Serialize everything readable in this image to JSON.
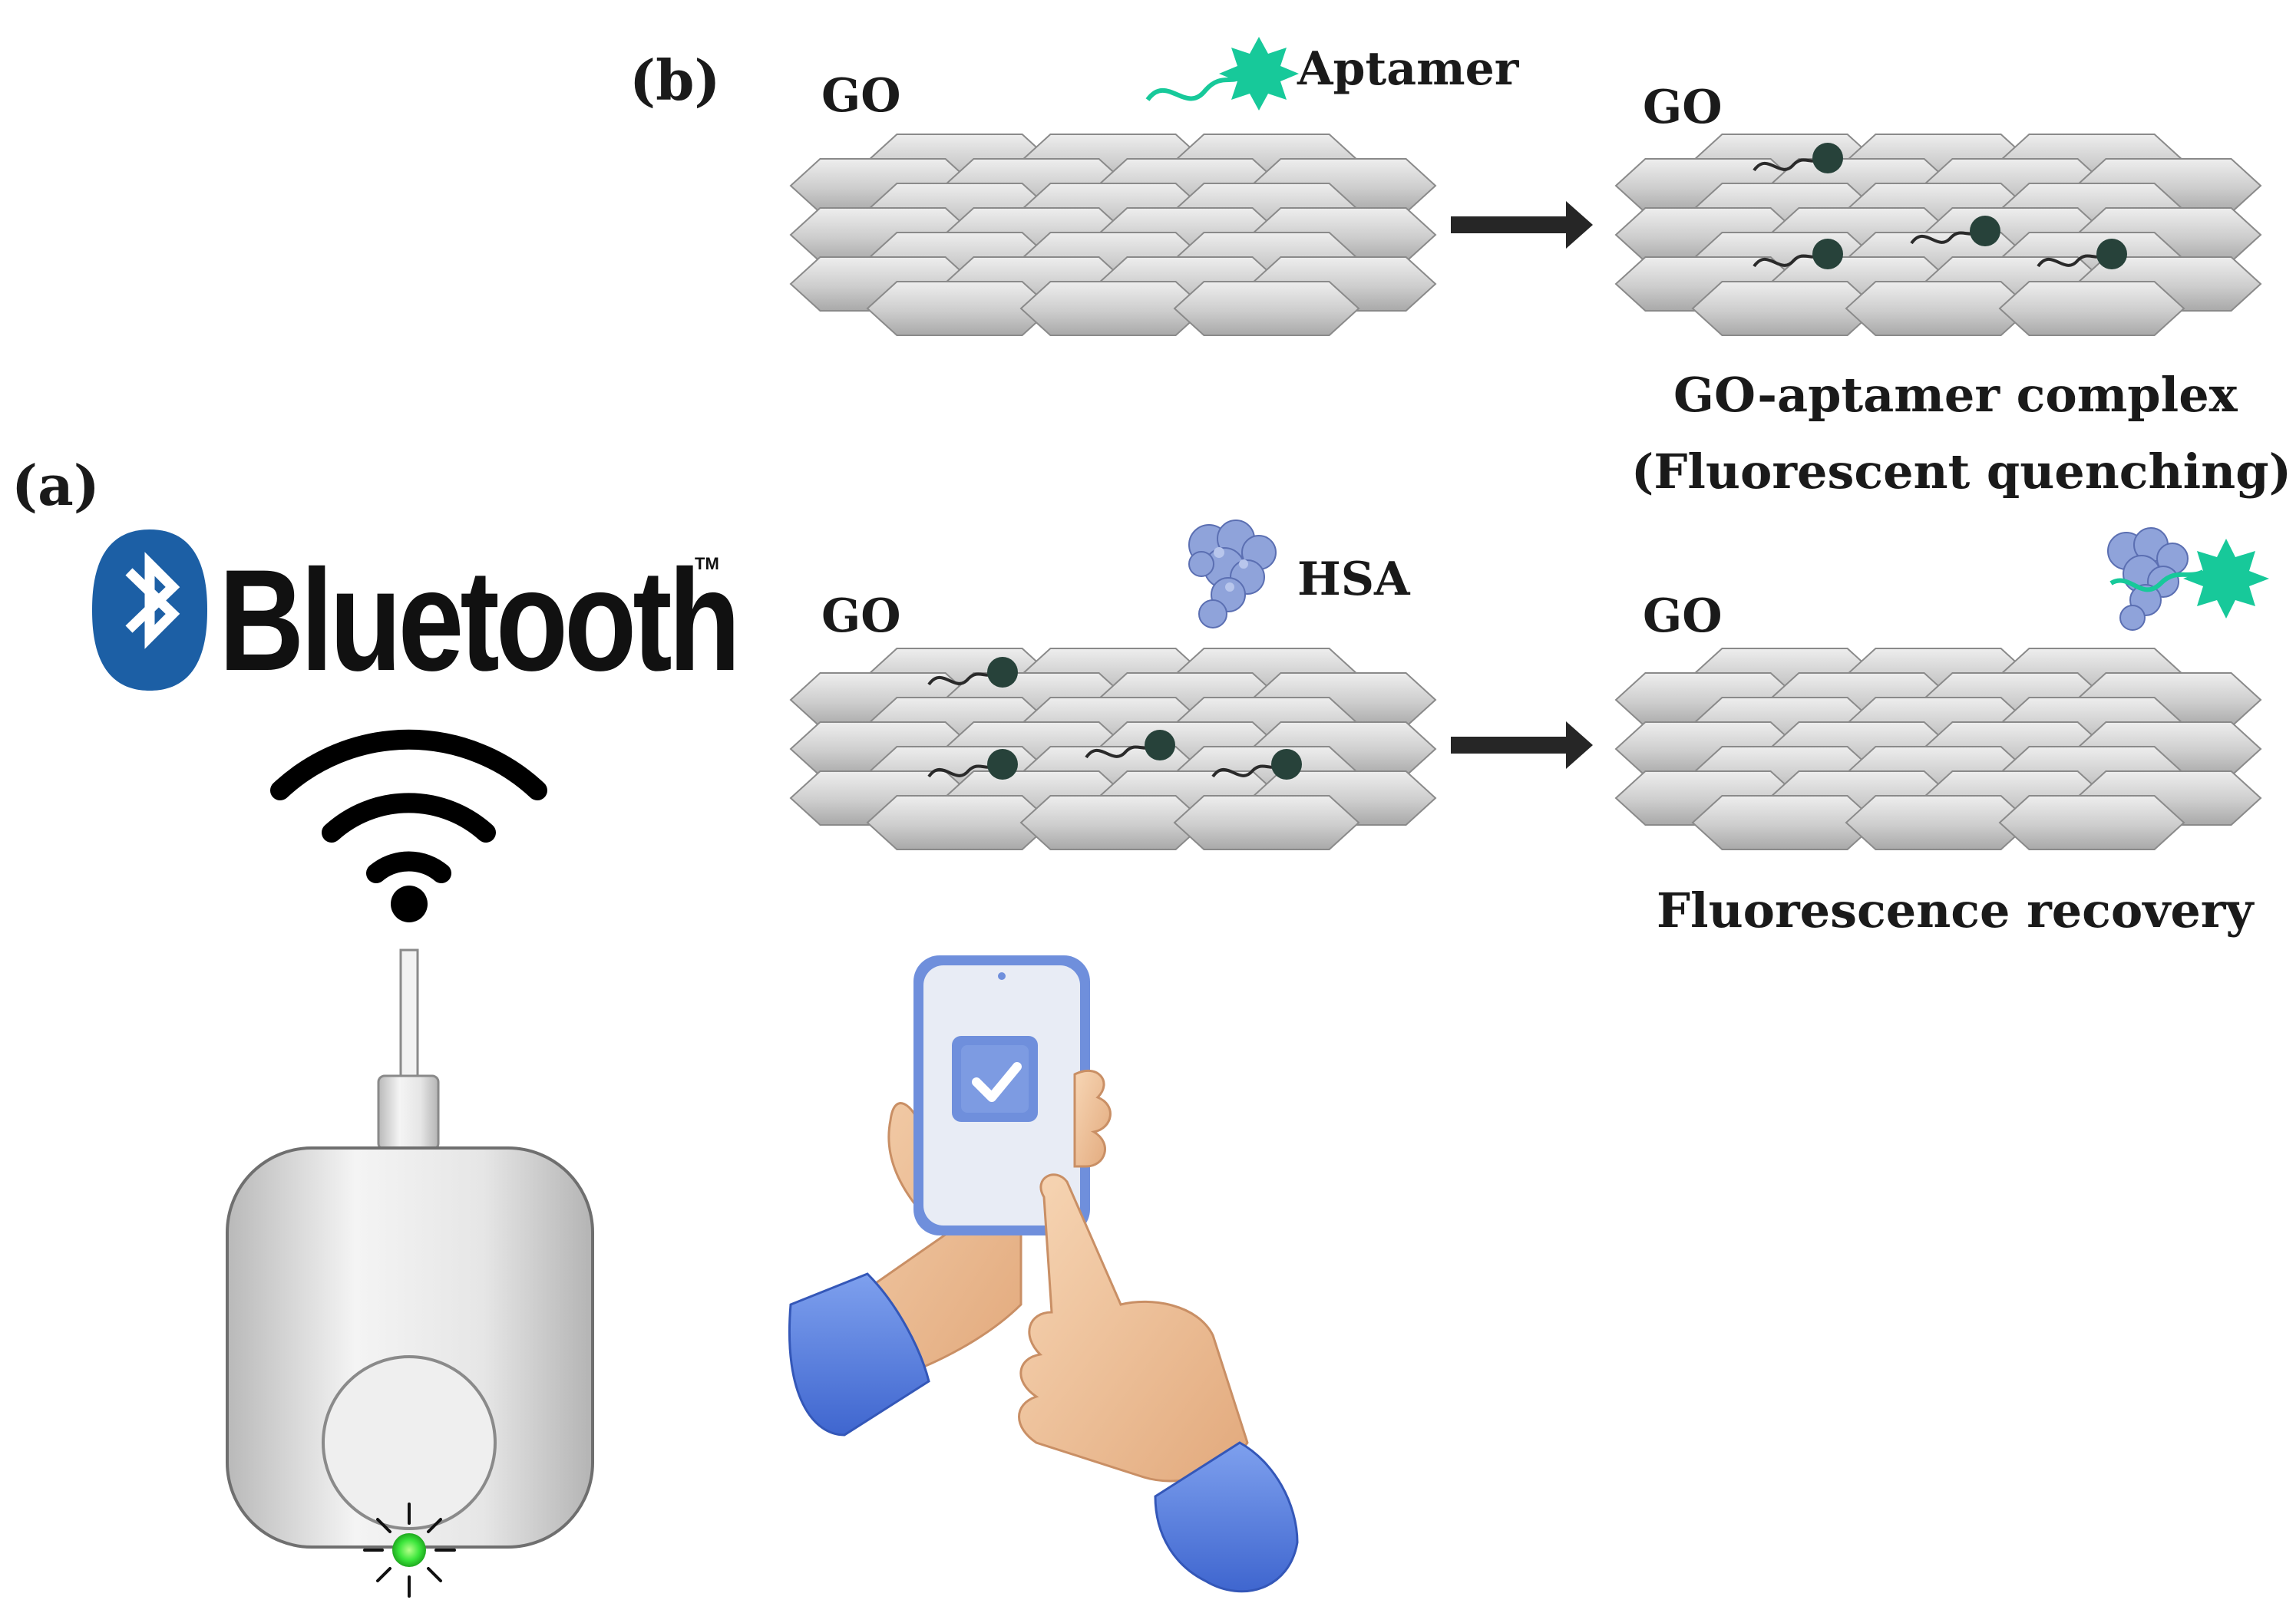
{
  "panel_a": {
    "label": "(a)",
    "logo_text": "Bluetooth",
    "trademark": "TM"
  },
  "panel_b": {
    "label": "(b)",
    "go_label": "GO",
    "aptamer_label": "Aptamer",
    "hsa_label": "HSA",
    "caption_complex": "GO-aptamer complex",
    "caption_quenching": "(Fluorescent quenching)",
    "caption_recovery": "Fluorescence recovery"
  },
  "colors": {
    "bluetooth_blue": "#1c5fa5",
    "fluorophore": "#17c99a",
    "quenched": "#27423a",
    "led": "#3ce63c",
    "sheet": "#c9c9c9",
    "phone_screen": "#e8ecf5",
    "check_box": "#6f8fdc",
    "sleeve": "#5a82e0",
    "skin": "#f1c9a3"
  },
  "icons": [
    "bluetooth-icon",
    "wifi-icon",
    "check-icon",
    "hsa-protein-icon",
    "fluorophore-icon"
  ]
}
